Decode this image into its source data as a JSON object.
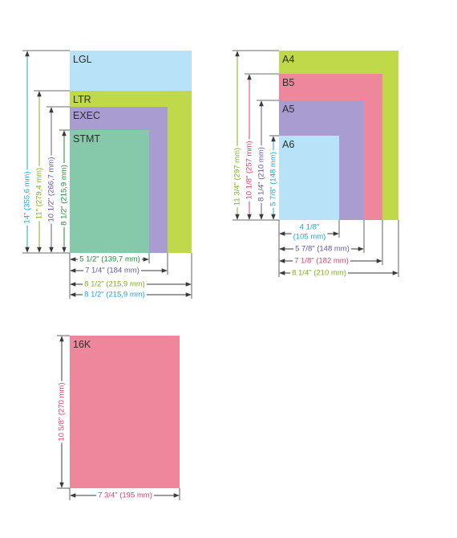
{
  "colors": {
    "lgl": "#b8e2f8",
    "ltr": "#bfd94a",
    "exec": "#a99cd0",
    "stmt": "#86c9aa",
    "a4": "#bfd94a",
    "b5": "#ee879c",
    "a5": "#a99cd0",
    "a6": "#b8e2f8",
    "k16": "#ee879c",
    "text_cyan": "#1aa6dc",
    "text_green": "#7fb11d",
    "text_purple": "#6656a3",
    "text_darkgreen": "#1e8a3a",
    "text_pink": "#df3e68",
    "text_dark": "#2d2d2d",
    "line": "#3a3a3a"
  },
  "group1": {
    "labels": {
      "lgl": "LGL",
      "ltr": "LTR",
      "exec": "EXEC",
      "stmt": "STMT"
    },
    "heights": {
      "lgl": "14\" (355,6 mm)",
      "ltr": "11\" (279,4 mm)",
      "exec": "10 1/2\" (266,7 mm)",
      "stmt": "8 1/2\" (215,9 mm)"
    },
    "widths": {
      "stmt": "5 1/2\" (139,7 mm)",
      "exec": "7 1/4\" (184 mm)",
      "ltr": "8 1/2\" (215,9 mm)",
      "lgl": "8 1/2\" (215,9 mm)"
    }
  },
  "group2": {
    "labels": {
      "a4": "A4",
      "b5": "B5",
      "a5": "A5",
      "a6": "A6"
    },
    "heights": {
      "a4": "11 3/4\" (297 mm)",
      "b5": "10 1/8\" (257 mm)",
      "a5": "8 1/4\" (210 mm)",
      "a6": "5 7/8\" (148 mm)"
    },
    "widths": {
      "a6_line1": "4 1/8\"",
      "a6_line2": "(105 mm)",
      "a5": "5 7/8\" (148 mm)",
      "b5": "7 1/8\" (182 mm)",
      "a4": "8 1/4\" (210 mm)"
    }
  },
  "group3": {
    "label": "16K",
    "height": "10 5/8\" (270 mm)",
    "width": "7 3/4\" (195 mm)"
  }
}
